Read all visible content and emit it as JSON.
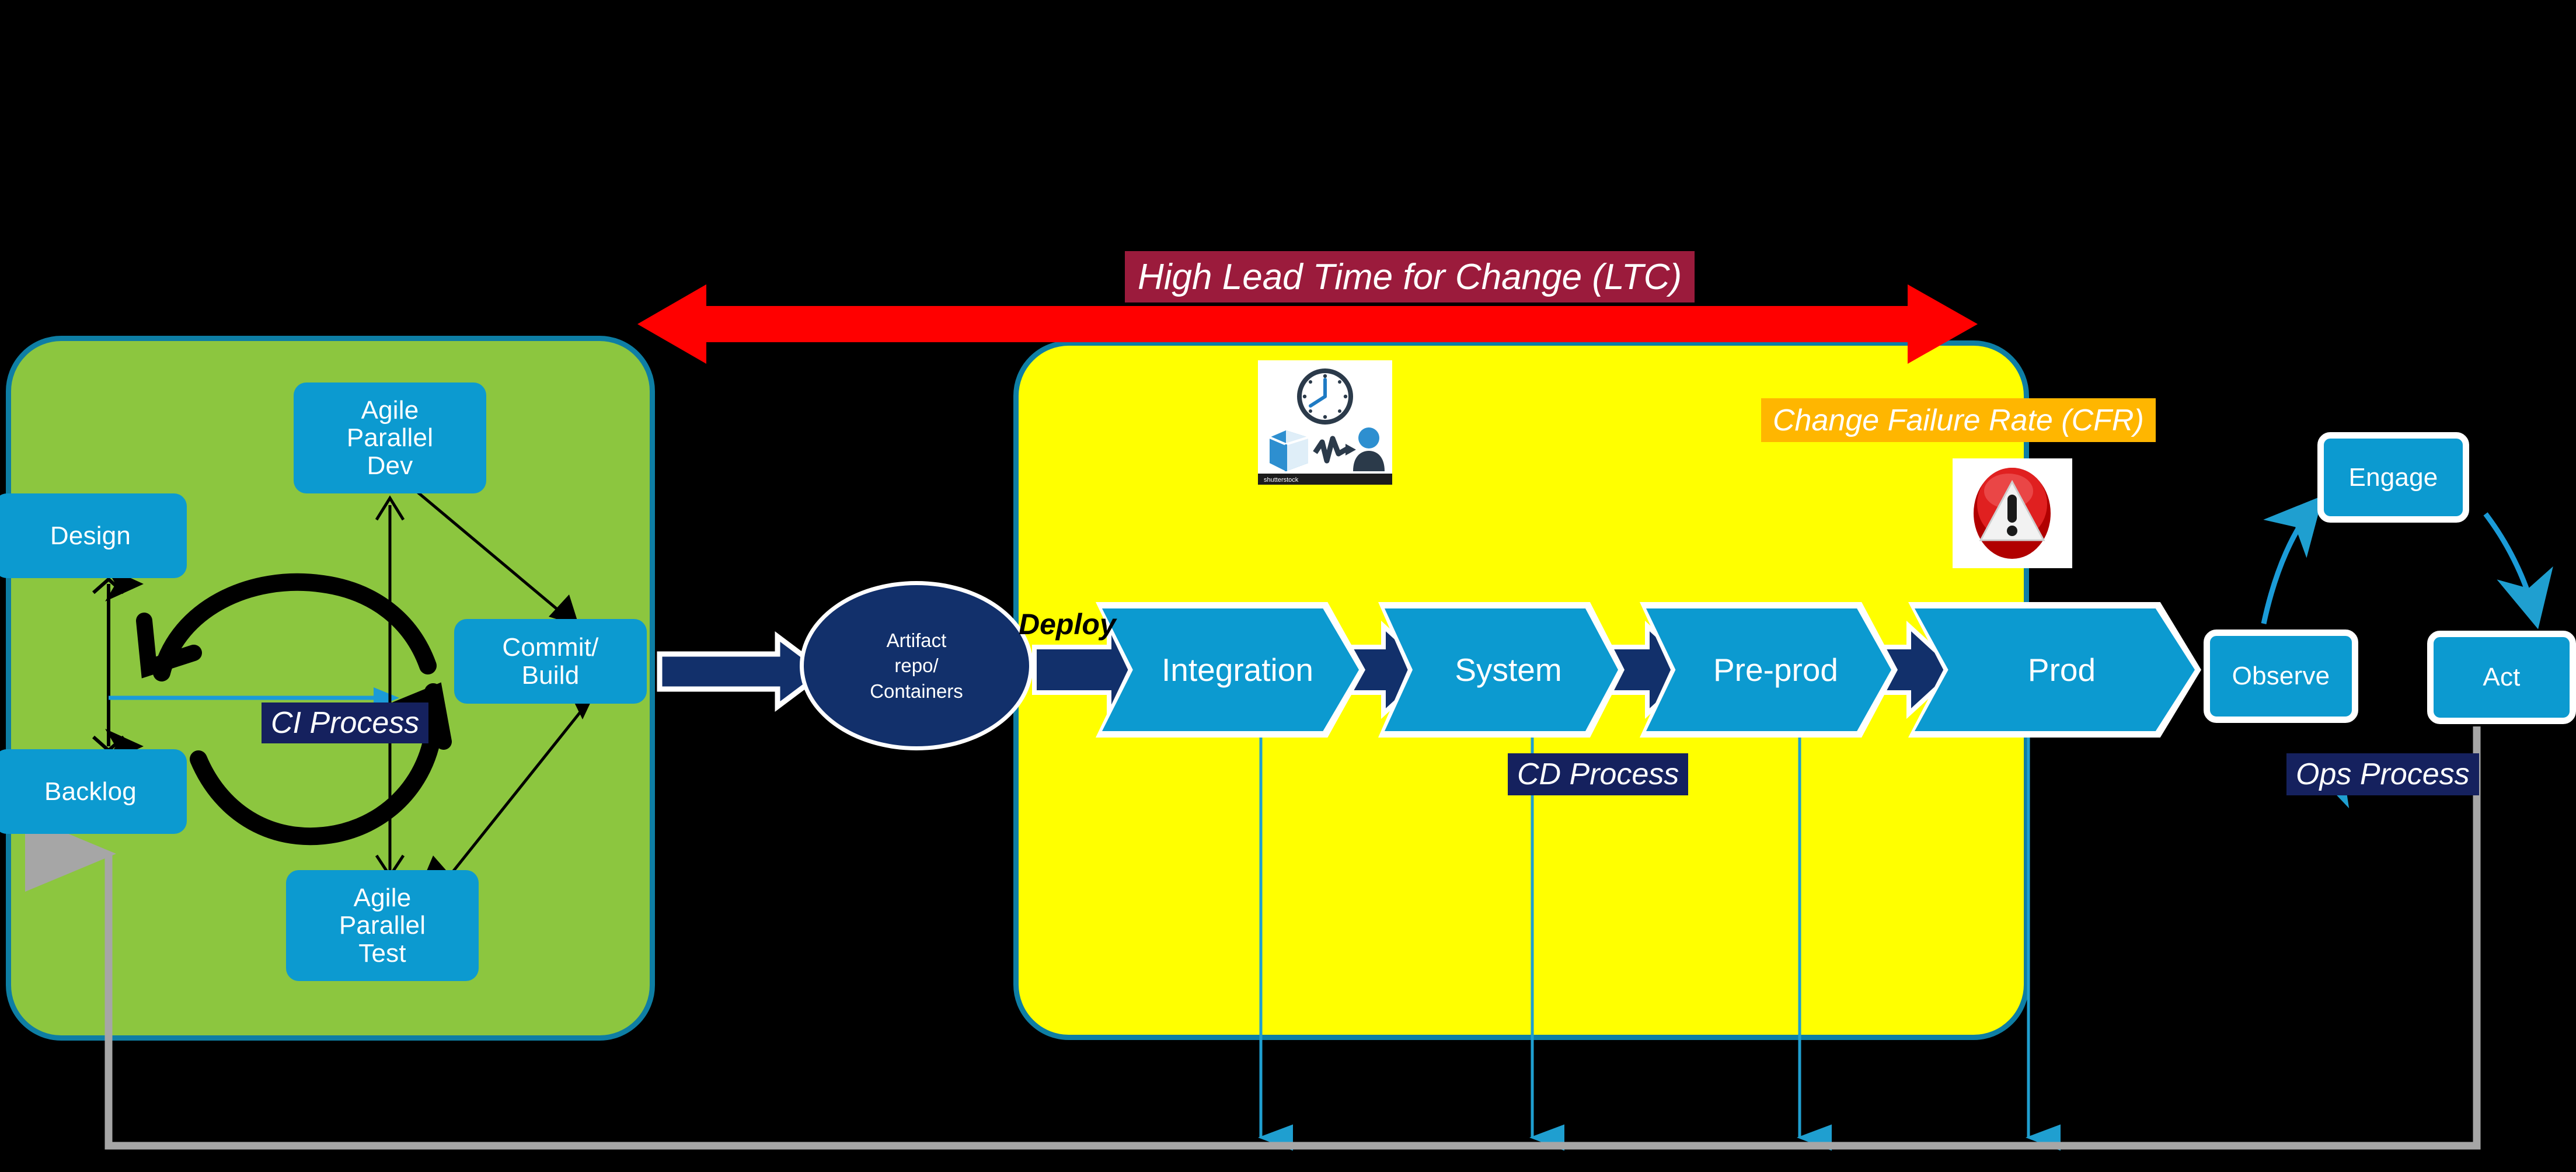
{
  "diagram": {
    "title": "DevOps CI/CD/Ops pipeline with DORA metrics annotations",
    "colors": {
      "ci_pane": "#8CC63F",
      "cd_pane": "#FFFF00",
      "pane_border": "#0E7EA4",
      "node_blue": "#0C9AD0",
      "navy": "#12306B",
      "label_navy": "#15215E",
      "ltc_red": "#9B1B3C",
      "cfr_amber": "#FFB600",
      "arrow_red": "#FF0000",
      "feedback_gray": "#A6A6A6",
      "feedback_teal": "#1F9FD0"
    }
  },
  "ci": {
    "process_label": "CI Process",
    "nodes": {
      "design": "Design",
      "backlog": "Backlog",
      "agile_parallel_dev": "Agile\nParallel\nDev",
      "agile_parallel_test": "Agile\nParallel\nTest",
      "commit_build": "Commit/\nBuild"
    }
  },
  "artifact": {
    "label": "Artifact\nrepo/\nContainers"
  },
  "cd": {
    "process_label": "CD Process",
    "deploy_label": "Deploy",
    "stages": [
      {
        "id": "integration",
        "label": "Integration"
      },
      {
        "id": "system",
        "label": "System"
      },
      {
        "id": "preprod",
        "label": "Pre-prod"
      },
      {
        "id": "prod",
        "label": "Prod"
      }
    ]
  },
  "ops": {
    "process_label": "Ops Process",
    "nodes": {
      "observe": "Observe",
      "engage": "Engage",
      "act": "Act"
    }
  },
  "metrics": {
    "ltc": "High Lead Time for Change (LTC)",
    "cfr": "Change Failure Rate (CFR)"
  },
  "icons": {
    "ltc_photo": "clock-package-person-photo",
    "cfr_photo": "red-warning-exclamation-icon",
    "stock_watermark": "shutterstock"
  }
}
